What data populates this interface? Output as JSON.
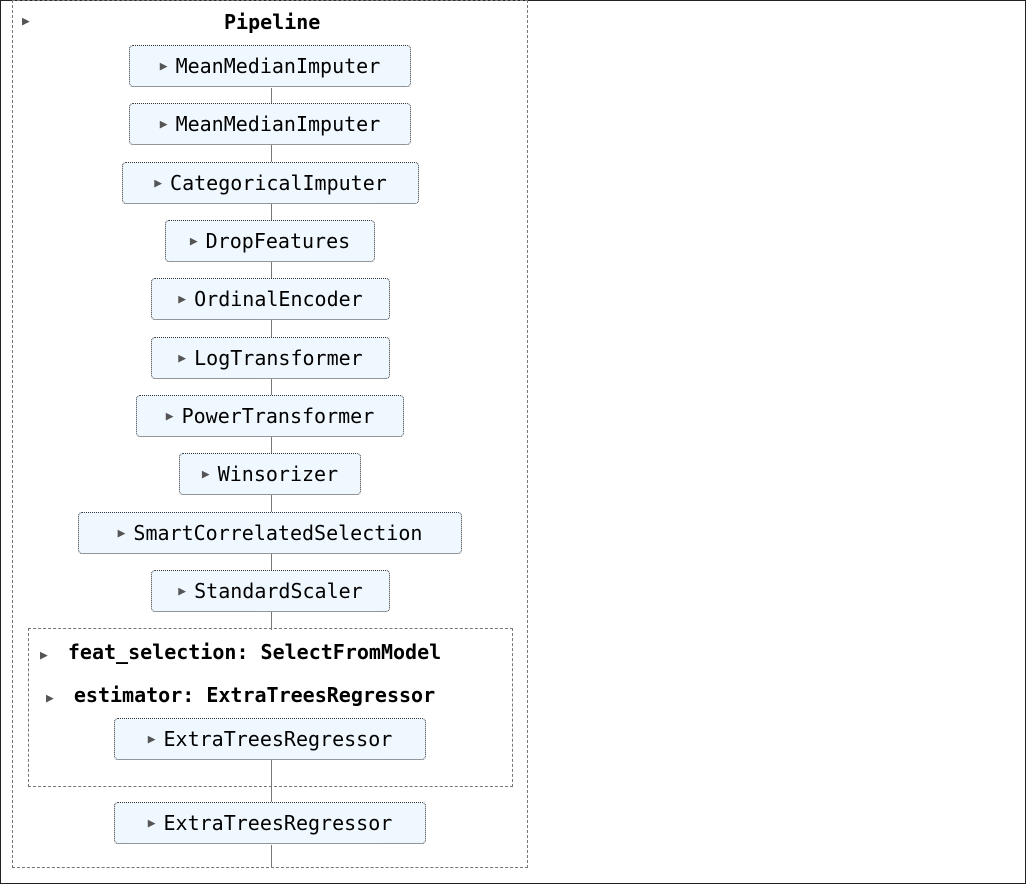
{
  "pipeline": {
    "title": "Pipeline",
    "arrow": "▶",
    "steps": [
      "MeanMedianImputer",
      "MeanMedianImputer",
      "CategoricalImputer",
      "DropFeatures",
      "OrdinalEncoder",
      "LogTransformer",
      "PowerTransformer",
      "Winsorizer",
      "SmartCorrelatedSelection",
      "StandardScaler"
    ],
    "feat_selection": {
      "label": "feat_selection: SelectFromModel",
      "estimator_label": "estimator: ExtraTreesRegressor",
      "estimator_step": "ExtraTreesRegressor"
    },
    "final_step": "ExtraTreesRegressor"
  },
  "colors": {
    "step_background": "#f0f8ff",
    "border": "#333333",
    "connector": "#777777"
  }
}
